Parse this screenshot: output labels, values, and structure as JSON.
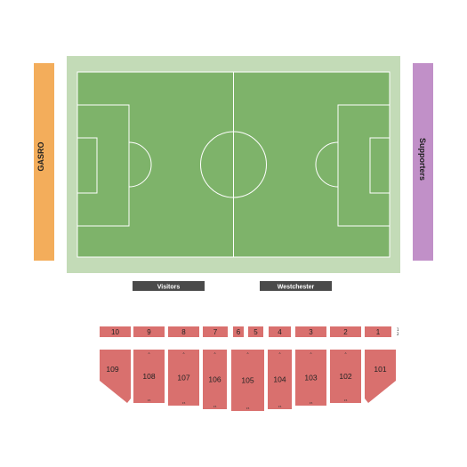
{
  "colors": {
    "pitch_surround": "#c3dbb7",
    "pitch": "#7eb36a",
    "line": "#ffffff",
    "gasro": "#f3ad5b",
    "supporters": "#c190c8",
    "bench": "#4a4a4a",
    "section": "#d9706e",
    "section_text": "#222222"
  },
  "stands": {
    "left_label": "GASRO",
    "right_label": "Supporters"
  },
  "benches": {
    "visitors": "Visitors",
    "westchester": "Westchester"
  },
  "front_row_sections": [
    "10",
    "9",
    "8",
    "7",
    "6",
    "5",
    "4",
    "3",
    "2",
    "1"
  ],
  "front_row_extra": [
    "1",
    "2"
  ],
  "lower_sections": [
    "109",
    "108",
    "107",
    "106",
    "105",
    "104",
    "103",
    "102",
    "101"
  ],
  "row_labels": {
    "top": "A",
    "bottom": "15"
  }
}
